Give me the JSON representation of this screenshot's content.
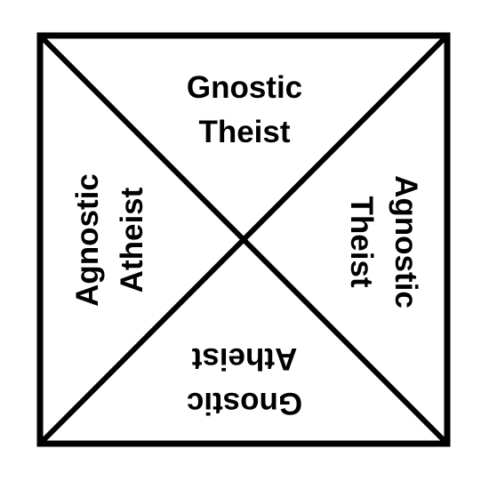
{
  "quadrants": {
    "top": {
      "line1": "Gnostic",
      "line2": "Theist"
    },
    "right": {
      "line1": "Agnostic",
      "line2": "Theist"
    },
    "bottom": {
      "line1": "Gnostic",
      "line2": "Atheist"
    },
    "left": {
      "line1": "Agnostic",
      "line2": "Atheist"
    }
  },
  "colors": {
    "line": "#000000",
    "background": "#ffffff"
  }
}
